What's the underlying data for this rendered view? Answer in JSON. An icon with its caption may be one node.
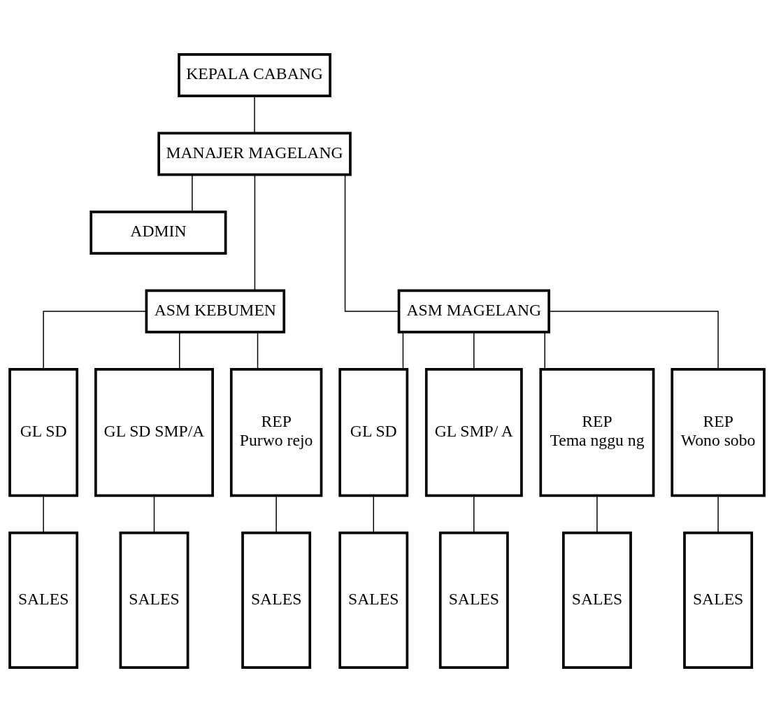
{
  "diagram": {
    "nodes": [
      {
        "text": [
          "KEPALA CABANG"
        ]
      },
      {
        "text": [
          "MANAJER MAGELANG"
        ]
      },
      {
        "text": [
          "ADMIN"
        ]
      },
      {
        "text": [
          "ASM KEBUMEN"
        ]
      },
      {
        "text": [
          "ASM MAGELANG"
        ]
      },
      {
        "text": [
          "GL SD"
        ]
      },
      {
        "text": [
          "GL SD SMP/A"
        ]
      },
      {
        "text": [
          "REP",
          "Purwo rejo"
        ]
      },
      {
        "text": [
          "GL SD"
        ]
      },
      {
        "text": [
          "GL SMP/ A"
        ]
      },
      {
        "text": [
          "REP",
          "Tema nggu ng"
        ]
      },
      {
        "text": [
          "REP",
          "Wono sobo"
        ]
      },
      {
        "text": [
          "SALES"
        ]
      },
      {
        "text": [
          "SALES"
        ]
      },
      {
        "text": [
          "SALES"
        ]
      },
      {
        "text": [
          "SALES"
        ]
      },
      {
        "text": [
          "SALES"
        ]
      },
      {
        "text": [
          "SALES"
        ]
      },
      {
        "text": [
          "SALES"
        ]
      }
    ],
    "edges": [
      {
        "from": 0,
        "to": 1,
        "arrow": "none"
      },
      {
        "from": 1,
        "to": 2,
        "arrow": "none"
      },
      {
        "from": 1,
        "to": 3,
        "arrow": "none"
      },
      {
        "from": 1,
        "to": 4,
        "arrow": "none"
      },
      {
        "from": 3,
        "to": 5,
        "arrow": "none"
      },
      {
        "from": 3,
        "to": 6,
        "arrow": "none"
      },
      {
        "from": 3,
        "to": 7,
        "arrow": "none"
      },
      {
        "from": 4,
        "to": 8,
        "arrow": "none"
      },
      {
        "from": 4,
        "to": 9,
        "arrow": "none"
      },
      {
        "from": 4,
        "to": 10,
        "arrow": "none"
      },
      {
        "from": 4,
        "to": 11,
        "arrow": "none"
      },
      {
        "from": 5,
        "to": 12,
        "arrow": "none"
      },
      {
        "from": 6,
        "to": 13,
        "arrow": "none"
      },
      {
        "from": 7,
        "to": 14,
        "arrow": "none"
      },
      {
        "from": 8,
        "to": 15,
        "arrow": "none"
      },
      {
        "from": 9,
        "to": 16,
        "arrow": "none"
      },
      {
        "from": 10,
        "to": 17,
        "arrow": "none"
      },
      {
        "from": 11,
        "to": 18,
        "arrow": "none"
      }
    ]
  }
}
